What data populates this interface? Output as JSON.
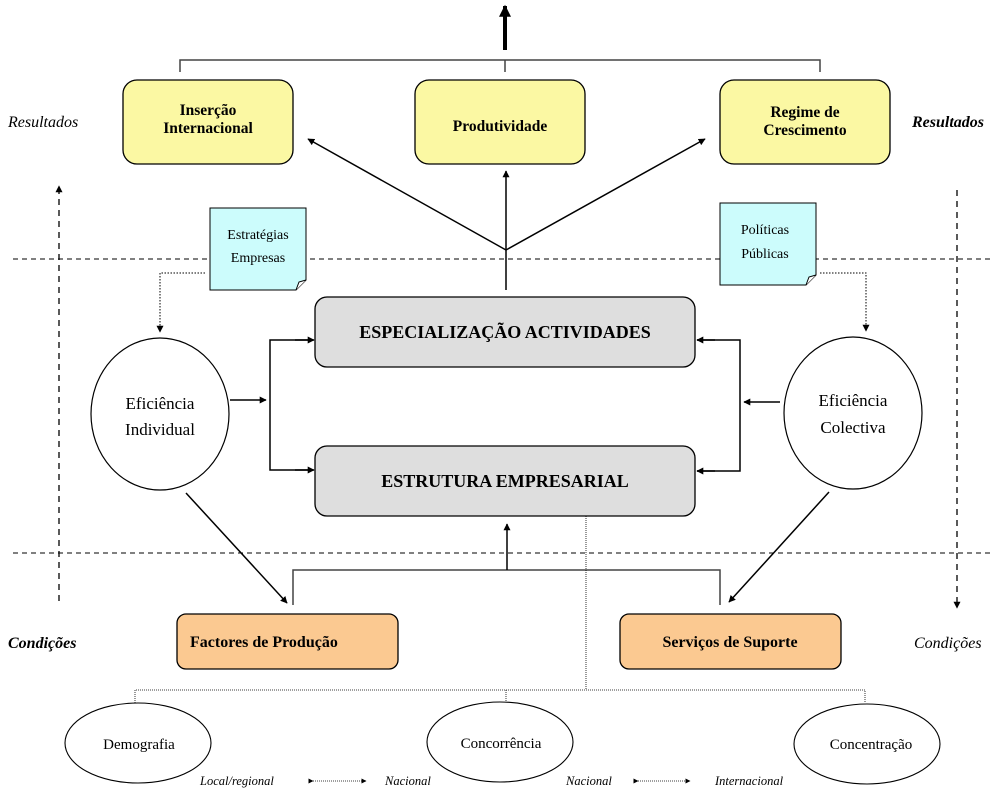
{
  "colors": {
    "result_box_fill": "#FBF8A3",
    "note_fill": "#CCFCFC",
    "core_box_fill": "#DEDEDE",
    "condition_box_fill": "#FBC991",
    "stroke": "#000000"
  },
  "side_labels": {
    "results_left": "Resultados",
    "results_right": "Resultados",
    "conditions_left": "Condições",
    "conditions_right": "Condições"
  },
  "results": [
    {
      "lines": [
        "Inserção",
        "Internacional"
      ]
    },
    {
      "lines": [
        "Produtividade"
      ]
    },
    {
      "lines": [
        "Regime de",
        "Crescimento"
      ]
    }
  ],
  "notes": {
    "strategies": {
      "lines": [
        "Estratégias",
        "Empresas"
      ]
    },
    "policies": {
      "lines": [
        "Políticas",
        "Públicas"
      ]
    }
  },
  "core": {
    "specialization": "ESPECIALIZAÇÃO ACTIVIDADES",
    "structure": "ESTRUTURA EMPRESARIAL"
  },
  "efficiency": {
    "individual": {
      "lines": [
        "Eficiência",
        "Individual"
      ]
    },
    "collective": {
      "lines": [
        "Eficiência",
        "Colectiva"
      ]
    }
  },
  "conditions": {
    "factors": "Factores de Produção",
    "services": "Serviços de Suporte"
  },
  "context": [
    {
      "label": "Demografia"
    },
    {
      "label": "Concorrência"
    },
    {
      "label": "Concentração"
    }
  ],
  "scales": {
    "local_regional": "Local/regional",
    "national_1": "Nacional",
    "national_2": "Nacional",
    "international": "Internacional"
  }
}
